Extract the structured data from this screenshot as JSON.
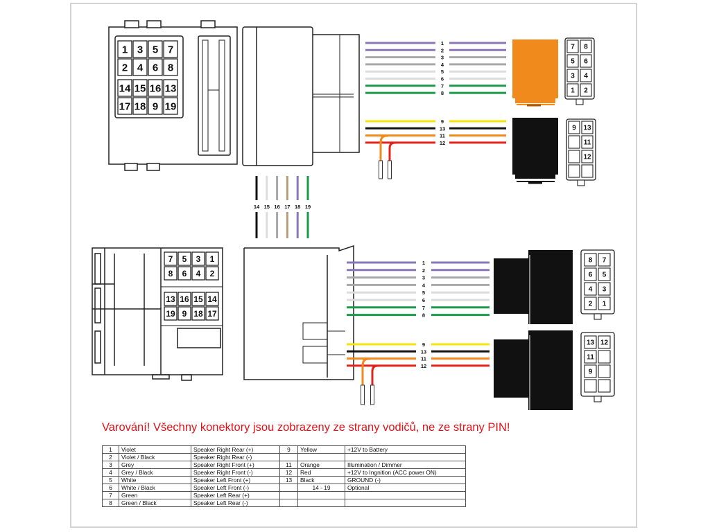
{
  "colors": {
    "violet": "#8a77b8",
    "grey": "#a8a8a8",
    "white_wire": "#e3e3e3",
    "green": "#1b9a4a",
    "yellow": "#f5e30a",
    "black": "#111111",
    "orange": "#f08a1c",
    "red": "#e0231b",
    "tan": "#b69a7c",
    "warning": "#e0141a",
    "frame": "#d3d3d3"
  },
  "top_connector": {
    "pin_rows": [
      [
        "1",
        "3",
        "5",
        "7"
      ],
      [
        "2",
        "4",
        "6",
        "8"
      ],
      [
        "14",
        "15",
        "16",
        "13"
      ],
      [
        "17",
        "18",
        "9",
        "19"
      ]
    ]
  },
  "bottom_connector": {
    "pin_rows": [
      [
        "7",
        "5",
        "3",
        "1"
      ],
      [
        "8",
        "6",
        "4",
        "2"
      ],
      [
        "13",
        "16",
        "15",
        "14"
      ],
      [
        "19",
        "9",
        "18",
        "17"
      ]
    ]
  },
  "top_speaker_wires": [
    {
      "label": "1",
      "color": "violet"
    },
    {
      "label": "2",
      "color": "violet"
    },
    {
      "label": "3",
      "color": "grey"
    },
    {
      "label": "4",
      "color": "grey"
    },
    {
      "label": "5",
      "color": "white_wire"
    },
    {
      "label": "6",
      "color": "white_wire"
    },
    {
      "label": "7",
      "color": "green"
    },
    {
      "label": "8",
      "color": "green"
    }
  ],
  "top_power_wires": [
    {
      "label": "9",
      "color": "yellow"
    },
    {
      "label": "13",
      "color": "black"
    },
    {
      "label": "11",
      "color": "orange"
    },
    {
      "label": "12",
      "color": "red"
    }
  ],
  "bottom_speaker_wires": [
    {
      "label": "1",
      "color": "violet"
    },
    {
      "label": "2",
      "color": "violet"
    },
    {
      "label": "3",
      "color": "grey"
    },
    {
      "label": "4",
      "color": "grey"
    },
    {
      "label": "5",
      "color": "white_wire"
    },
    {
      "label": "6",
      "color": "white_wire"
    },
    {
      "label": "7",
      "color": "green"
    },
    {
      "label": "8",
      "color": "green"
    }
  ],
  "bottom_power_wires": [
    {
      "label": "9",
      "color": "yellow"
    },
    {
      "label": "13",
      "color": "black"
    },
    {
      "label": "11",
      "color": "orange"
    },
    {
      "label": "12",
      "color": "red"
    }
  ],
  "optional_wires": [
    {
      "label": "14",
      "color": "black"
    },
    {
      "label": "15",
      "color": "white_wire"
    },
    {
      "label": "16",
      "color": "grey"
    },
    {
      "label": "17",
      "color": "tan"
    },
    {
      "label": "18",
      "color": "violet"
    },
    {
      "label": "19",
      "color": "green"
    }
  ],
  "plug_top_speaker": {
    "cells": [
      [
        "7",
        "8"
      ],
      [
        "5",
        "6"
      ],
      [
        "3",
        "4"
      ],
      [
        "1",
        "2"
      ]
    ]
  },
  "plug_top_power": {
    "cells": [
      [
        "9",
        "13"
      ],
      [
        "",
        "11"
      ],
      [
        "",
        "12"
      ],
      [
        "",
        ""
      ]
    ]
  },
  "plug_bottom_speaker": {
    "cells": [
      [
        "8",
        "7"
      ],
      [
        "6",
        "5"
      ],
      [
        "4",
        "3"
      ],
      [
        "2",
        "1"
      ]
    ]
  },
  "plug_bottom_power": {
    "cells": [
      [
        "13",
        "12"
      ],
      [
        "11",
        ""
      ],
      [
        "9",
        ""
      ],
      [
        "",
        ""
      ]
    ]
  },
  "warning": "Varování! Všechny konektory jsou zobrazeny ze strany vodičů, ne ze strany PIN!",
  "table": {
    "rows": [
      [
        "1",
        "Violet",
        "Speaker Right Rear (+)",
        "9",
        "Yellow",
        "+12V to Battery"
      ],
      [
        "2",
        "Violet / Black",
        "Speaker Right Rear (-)",
        "",
        "",
        ""
      ],
      [
        "3",
        "Grey",
        "Speaker Right Front (+)",
        "11",
        "Orange",
        "Illumination / Dimmer"
      ],
      [
        "4",
        "Grey / Black",
        "Speaker Right Front (-)",
        "12",
        "Red",
        "+12V to Ingnition (ACC power ON)"
      ],
      [
        "5",
        "White",
        "Speaker Left Front (+)",
        "13",
        "Black",
        "GROUND (-)"
      ],
      [
        "6",
        "White / Black",
        "Speaker Left Front (-)",
        "",
        "14 - 19",
        "Optional"
      ],
      [
        "7",
        "Green",
        "Speaker Left Rear (+)",
        "",
        "",
        ""
      ],
      [
        "8",
        "Green / Black",
        "Speaker Left Rear (-)",
        "",
        "",
        ""
      ]
    ]
  }
}
